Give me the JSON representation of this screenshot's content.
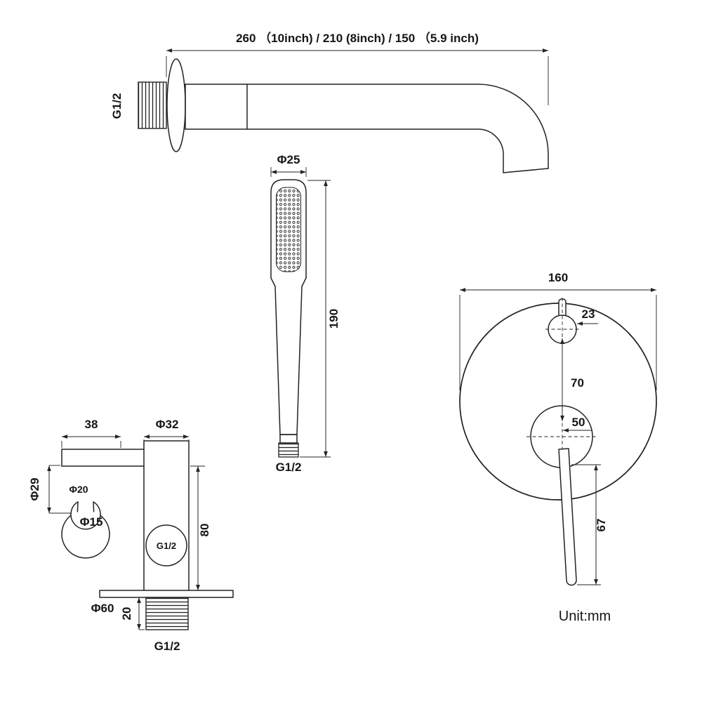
{
  "unit_label": "Unit:mm",
  "spout": {
    "length_label": "260 （10inch) / 210 (8inch) / 150 （5.9 inch)",
    "thread_label": "G1/2"
  },
  "hand_shower": {
    "head_diameter_label": "Φ25",
    "length_label": "190",
    "thread_label": "G1/2"
  },
  "mixer_valve": {
    "plate_diameter_label": "160",
    "knob_diameter_label": "23",
    "knob_to_handle_label": "70",
    "handle_base_diameter_label": "50",
    "handle_length_label": "67"
  },
  "wall_bracket": {
    "arm_length_label": "38",
    "body_width_label": "Φ32",
    "clamp_outer_diameter_label": "Φ29",
    "clamp_inner_diameter_label": "Φ20",
    "clamp_opening_label": "Φ15",
    "body_height_label": "80",
    "valve_thread_label": "G1/2",
    "flange_diameter_label": "Φ60",
    "thread_length_label": "20",
    "outlet_thread_label": "G1/2"
  }
}
